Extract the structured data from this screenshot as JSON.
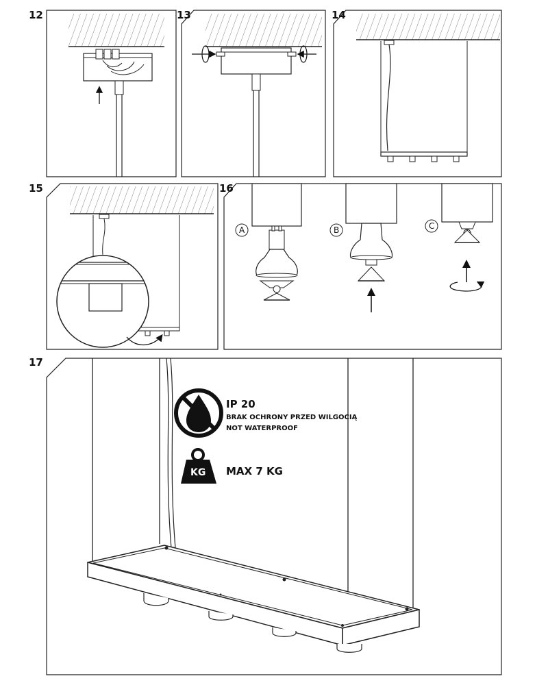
{
  "steps": {
    "s12": "12",
    "s13": "13",
    "s14": "14",
    "s15": "15",
    "s16": "16",
    "s17": "17"
  },
  "variants": {
    "a": "A",
    "b": "B",
    "c": "C"
  },
  "warnings": {
    "ip_rating": "IP 20",
    "moisture_pl": "BRAK OCHRONY PRZED WILGOCIĄ",
    "moisture_en": "NOT WATERPROOF",
    "weight_unit": "KG",
    "max_load": "MAX 7 KG"
  },
  "icons": {
    "drop": "no-water-drop-icon",
    "weight": "weight-kg-icon"
  }
}
